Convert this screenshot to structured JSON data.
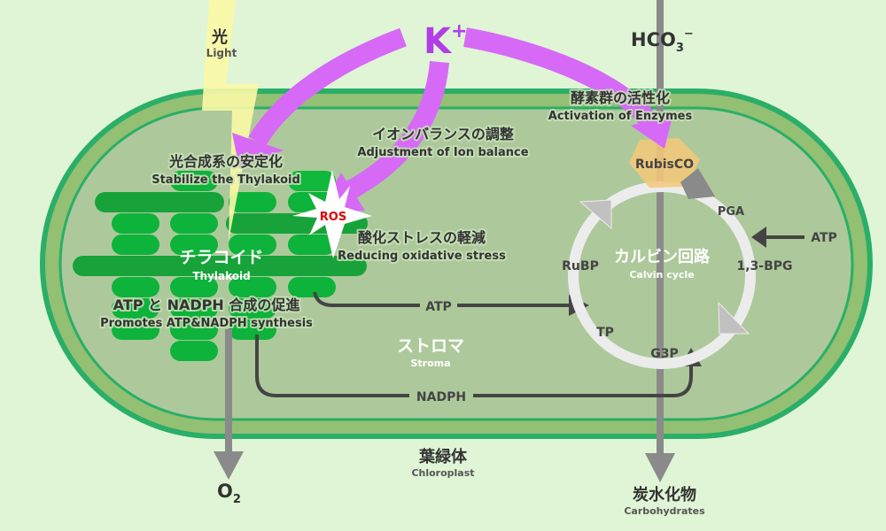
{
  "colors": {
    "background": "#dff5d5",
    "membrane": "#2aae68",
    "stroma": "#adc99b",
    "thylakoid": "#0db33a",
    "potassium": "#d66af6",
    "ros": "#e00000",
    "rubisco": "#f5c878"
  },
  "potassium": {
    "symbol": "K",
    "charge": "+"
  },
  "light": {
    "jp": "光",
    "en": "Light"
  },
  "bicarbonate": {
    "formula": "HCO",
    "sub": "3",
    "charge": "−"
  },
  "enzymes": {
    "jp": "酵素群の活性化",
    "en": "Activation of Enzymes"
  },
  "ion_balance": {
    "jp": "イオンバランスの調整",
    "en": "Adjustment of Ion balance"
  },
  "stabilize": {
    "jp": "光合成系の安定化",
    "en": "Stabilize the Thylakoid"
  },
  "ros": {
    "label": "ROS"
  },
  "oxidative": {
    "jp": "酸化ストレスの軽減",
    "en": "Reducing oxidative stress"
  },
  "thylakoid": {
    "jp": "チラコイド",
    "en": "Thylakoid"
  },
  "synthesis": {
    "jp": "ATP と NADPH 合成の促進",
    "en": "Promotes ATP&NADPH synthesis"
  },
  "stroma": {
    "jp": "ストロマ",
    "en": "Stroma"
  },
  "chloroplast": {
    "jp": "葉緑体",
    "en": "Chloroplast"
  },
  "oxygen": {
    "formula": "O",
    "sub": "2"
  },
  "carbohydrates": {
    "jp": "炭水化物",
    "en": "Carbohydrates"
  },
  "calvin": {
    "jp": "カルビン回路",
    "en": "Calvin cycle",
    "rubisco": "RubisCO",
    "pga": "PGA",
    "bpg": "1,3-BPG",
    "atp_in": "ATP",
    "g3p": "G3P",
    "tp": "TP",
    "rubp": "RuBP"
  },
  "flows": {
    "atp": "ATP",
    "nadph": "NADPH"
  }
}
